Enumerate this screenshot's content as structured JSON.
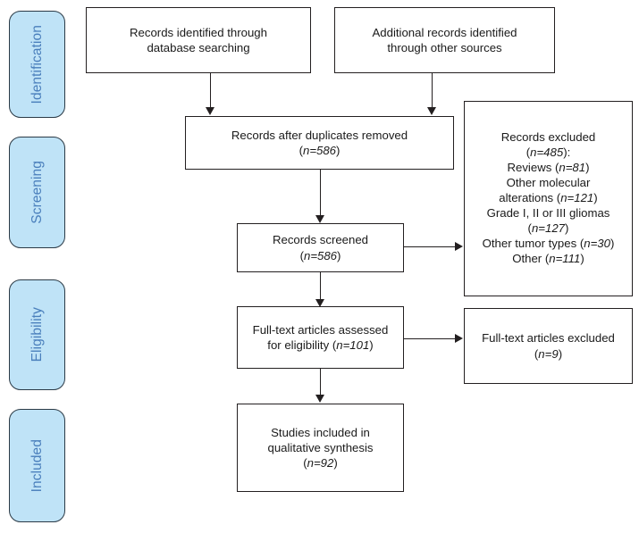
{
  "diagram": {
    "type": "prisma-flow-diagram",
    "colors": {
      "stage_fill": "#bfe3f7",
      "stage_border": "#2b3a46",
      "stage_text": "#4a7fbc",
      "box_border": "#231f20",
      "box_fill": "#ffffff",
      "connector": "#231f20",
      "background": "#ffffff"
    },
    "stages": [
      {
        "id": "identification",
        "label": "Identification"
      },
      {
        "id": "screening",
        "label": "Screening"
      },
      {
        "id": "eligibility",
        "label": "Eligibility"
      },
      {
        "id": "included",
        "label": "Included"
      }
    ],
    "boxes": {
      "records_database": {
        "line1": "Records identified through",
        "line2": "database searching"
      },
      "records_other": {
        "line1": "Additional records identified",
        "line2": "through other sources"
      },
      "duplicates_removed": {
        "line1": "Records after duplicates removed",
        "count_label": "n",
        "count_value": "=586"
      },
      "records_screened": {
        "line1": "Records screened",
        "count_label": "n",
        "count_value": "=586"
      },
      "records_excluded": {
        "line1": "Records excluded",
        "line2_prefix": "(",
        "line2_n": "n",
        "line2_value": "=485",
        "line2_suffix": "):",
        "line3_prefix": "Reviews (",
        "line3_n": "n",
        "line3_value": "=81",
        "line3_suffix": ")",
        "line4": "Other molecular",
        "line5_prefix": "alterations (",
        "line5_n": "n",
        "line5_value": "=121",
        "line5_suffix": ")",
        "line6": "Grade I, II or III gliomas",
        "line7_prefix": "(",
        "line7_n": "n",
        "line7_value": "=127",
        "line7_suffix": ")",
        "line8_prefix": "Other tumor types (",
        "line8_n": "n",
        "line8_value": "=30",
        "line8_suffix": ")",
        "line9_prefix": "Other (",
        "line9_n": "n",
        "line9_value": "=111",
        "line9_suffix": ")"
      },
      "fulltext_assessed": {
        "line1": "Full-text articles assessed",
        "line2_prefix": "for eligibility (",
        "line2_n": "n",
        "line2_value": "=101",
        "line2_suffix": ")"
      },
      "fulltext_excluded": {
        "line1": "Full-text articles excluded",
        "line2_prefix": "(",
        "line2_n": "n",
        "line2_value": "=9",
        "line2_suffix": ")"
      },
      "studies_included": {
        "line1": "Studies included in",
        "line2": "qualitative synthesis",
        "line3_prefix": "(",
        "line3_n": "n",
        "line3_value": "=92",
        "line3_suffix": ")"
      }
    }
  }
}
